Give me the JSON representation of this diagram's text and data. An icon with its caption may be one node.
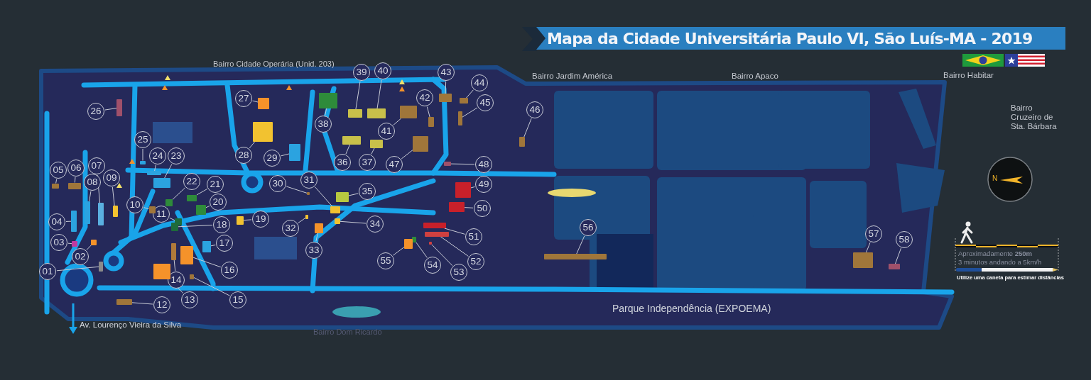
{
  "diagram": {
    "title": "Mapa da Cidade Universitária Paulo VI, São Luís-MA - 2019",
    "nodes": [
      {
        "text": [
          "01"
        ]
      },
      {
        "text": [
          "02"
        ]
      },
      {
        "text": [
          "03"
        ]
      },
      {
        "text": [
          "04"
        ]
      },
      {
        "text": [
          "05"
        ]
      },
      {
        "text": [
          "06"
        ]
      },
      {
        "text": [
          "07"
        ]
      },
      {
        "text": [
          "08"
        ]
      },
      {
        "text": [
          "09"
        ]
      },
      {
        "text": [
          "10"
        ]
      },
      {
        "text": [
          "11"
        ]
      },
      {
        "text": [
          "12"
        ]
      },
      {
        "text": [
          "13"
        ]
      },
      {
        "text": [
          "14"
        ]
      },
      {
        "text": [
          "15"
        ]
      },
      {
        "text": [
          "16"
        ]
      },
      {
        "text": [
          "17"
        ]
      },
      {
        "text": [
          "18"
        ]
      },
      {
        "text": [
          "19"
        ]
      },
      {
        "text": [
          "20"
        ]
      },
      {
        "text": [
          "21"
        ]
      },
      {
        "text": [
          "22"
        ]
      },
      {
        "text": [
          "23"
        ]
      },
      {
        "text": [
          "24"
        ]
      },
      {
        "text": [
          "25"
        ]
      },
      {
        "text": [
          "26"
        ]
      },
      {
        "text": [
          "27"
        ]
      },
      {
        "text": [
          "28"
        ]
      },
      {
        "text": [
          "29"
        ]
      },
      {
        "text": [
          "30"
        ]
      },
      {
        "text": [
          "31"
        ]
      },
      {
        "text": [
          "32"
        ]
      },
      {
        "text": [
          "33"
        ]
      },
      {
        "text": [
          "34"
        ]
      },
      {
        "text": [
          "35"
        ]
      },
      {
        "text": [
          "36"
        ]
      },
      {
        "text": [
          "37"
        ]
      },
      {
        "text": [
          "38"
        ]
      },
      {
        "text": [
          "39"
        ]
      },
      {
        "text": [
          "40"
        ]
      },
      {
        "text": [
          "41"
        ]
      },
      {
        "text": [
          "42"
        ]
      },
      {
        "text": [
          "43"
        ]
      },
      {
        "text": [
          "44"
        ]
      },
      {
        "text": [
          "45"
        ]
      },
      {
        "text": [
          "46"
        ]
      },
      {
        "text": [
          "47"
        ]
      },
      {
        "text": [
          "48"
        ]
      },
      {
        "text": [
          "49"
        ]
      },
      {
        "text": [
          "50"
        ]
      },
      {
        "text": [
          "51"
        ]
      },
      {
        "text": [
          "52"
        ]
      },
      {
        "text": [
          "53"
        ]
      },
      {
        "text": [
          "54"
        ]
      },
      {
        "text": [
          "55"
        ]
      },
      {
        "text": [
          "56"
        ]
      },
      {
        "text": [
          "57"
        ]
      },
      {
        "text": [
          "58"
        ]
      },
      {
        "text": [],
        "shape": "box"
      },
      {
        "text": [],
        "shape": "box"
      },
      {
        "text": [],
        "shape": "box"
      },
      {
        "text": [],
        "shape": "box"
      },
      {
        "text": [],
        "shape": "box"
      },
      {
        "text": [],
        "shape": "box"
      },
      {
        "text": [],
        "shape": "box"
      },
      {
        "text": [],
        "shape": "box"
      },
      {
        "text": [],
        "shape": "box"
      },
      {
        "text": [],
        "shape": "box"
      },
      {
        "text": [],
        "shape": "box"
      },
      {
        "text": [],
        "shape": "box"
      },
      {
        "text": [],
        "shape": "box"
      },
      {
        "text": [],
        "shape": "box"
      },
      {
        "text": [],
        "shape": "box"
      },
      {
        "text": [],
        "shape": "box"
      },
      {
        "text": [],
        "shape": "box"
      },
      {
        "text": [],
        "shape": "box"
      },
      {
        "text": [],
        "shape": "box"
      },
      {
        "text": [],
        "shape": "box"
      },
      {
        "text": [],
        "shape": "box"
      },
      {
        "text": [],
        "shape": "box"
      },
      {
        "text": [],
        "shape": "box"
      },
      {
        "text": [],
        "shape": "box"
      },
      {
        "text": [],
        "shape": "box"
      },
      {
        "text": [],
        "shape": "box"
      },
      {
        "text": [],
        "shape": "box"
      },
      {
        "text": [],
        "shape": "box"
      },
      {
        "text": [],
        "shape": "box"
      },
      {
        "text": [],
        "shape": "box"
      },
      {
        "text": [],
        "shape": "box"
      },
      {
        "text": [],
        "shape": "box"
      },
      {
        "text": [],
        "shape": "box"
      },
      {
        "text": [],
        "shape": "box"
      },
      {
        "text": [],
        "shape": "box"
      },
      {
        "text": [],
        "shape": "box"
      },
      {
        "text": [],
        "shape": "box"
      },
      {
        "text": [],
        "shape": "box"
      },
      {
        "text": [],
        "shape": "box"
      },
      {
        "text": [],
        "shape": "box"
      },
      {
        "text": [],
        "shape": "box"
      },
      {
        "text": [],
        "shape": "box"
      },
      {
        "text": [],
        "shape": "box"
      },
      {
        "text": [],
        "shape": "box"
      },
      {
        "text": [],
        "shape": "box"
      },
      {
        "text": [],
        "shape": "box"
      },
      {
        "text": [],
        "shape": "box"
      },
      {
        "text": [],
        "shape": "box"
      },
      {
        "text": [],
        "shape": "box"
      },
      {
        "text": [],
        "shape": "box"
      },
      {
        "text": [],
        "shape": "box"
      },
      {
        "text": [],
        "shape": "box"
      },
      {
        "text": [],
        "shape": "box"
      },
      {
        "text": [],
        "shape": "box"
      },
      {
        "text": [],
        "shape": "box"
      },
      {
        "text": [],
        "shape": "box"
      },
      {
        "text": [],
        "shape": "box"
      },
      {
        "text": [],
        "shape": "box"
      }
    ],
    "edges": [
      {
        "from": 0,
        "to": 58,
        "arrow": "none"
      },
      {
        "from": 1,
        "to": 59,
        "arrow": "none"
      },
      {
        "from": 2,
        "to": 60,
        "arrow": "none"
      },
      {
        "from": 3,
        "to": 61,
        "arrow": "none"
      },
      {
        "from": 4,
        "to": 62,
        "arrow": "none"
      },
      {
        "from": 5,
        "to": 63,
        "arrow": "none"
      },
      {
        "from": 6,
        "to": 64,
        "arrow": "none"
      },
      {
        "from": 7,
        "to": 65,
        "arrow": "none"
      },
      {
        "from": 8,
        "to": 66,
        "arrow": "none"
      },
      {
        "from": 9,
        "to": 67,
        "arrow": "none"
      },
      {
        "from": 10,
        "to": 68,
        "arrow": "none"
      },
      {
        "from": 11,
        "to": 69,
        "arrow": "none"
      },
      {
        "from": 12,
        "to": 70,
        "arrow": "none"
      },
      {
        "from": 13,
        "to": 71,
        "arrow": "none"
      },
      {
        "from": 14,
        "to": 72,
        "arrow": "none"
      },
      {
        "from": 15,
        "to": 73,
        "arrow": "none"
      },
      {
        "from": 16,
        "to": 74,
        "arrow": "none"
      },
      {
        "from": 17,
        "to": 75,
        "arrow": "none"
      },
      {
        "from": 18,
        "to": 76,
        "arrow": "none"
      },
      {
        "from": 19,
        "to": 77,
        "arrow": "none"
      },
      {
        "from": 20,
        "to": 78,
        "arrow": "none"
      },
      {
        "from": 21,
        "to": 79,
        "arrow": "none"
      },
      {
        "from": 22,
        "to": 80,
        "arrow": "none"
      },
      {
        "from": 23,
        "to": 81,
        "arrow": "none"
      },
      {
        "from": 24,
        "to": 82,
        "arrow": "none"
      },
      {
        "from": 25,
        "to": 83,
        "arrow": "none"
      },
      {
        "from": 26,
        "to": 84,
        "arrow": "none"
      },
      {
        "from": 27,
        "to": 85,
        "arrow": "none"
      },
      {
        "from": 28,
        "to": 86,
        "arrow": "none"
      },
      {
        "from": 29,
        "to": 87,
        "arrow": "none"
      },
      {
        "from": 30,
        "to": 88,
        "arrow": "none"
      },
      {
        "from": 31,
        "to": 89,
        "arrow": "none"
      },
      {
        "from": 32,
        "to": 90,
        "arrow": "none"
      },
      {
        "from": 33,
        "to": 91,
        "arrow": "none"
      },
      {
        "from": 34,
        "to": 92,
        "arrow": "none"
      },
      {
        "from": 35,
        "to": 93,
        "arrow": "none"
      },
      {
        "from": 36,
        "to": 94,
        "arrow": "none"
      },
      {
        "from": 37,
        "to": 95,
        "arrow": "none"
      },
      {
        "from": 38,
        "to": 96,
        "arrow": "none"
      },
      {
        "from": 39,
        "to": 97,
        "arrow": "none"
      },
      {
        "from": 40,
        "to": 98,
        "arrow": "none"
      },
      {
        "from": 41,
        "to": 99,
        "arrow": "none"
      },
      {
        "from": 42,
        "to": 100,
        "arrow": "none"
      },
      {
        "from": 43,
        "to": 101,
        "arrow": "none"
      },
      {
        "from": 44,
        "to": 102,
        "arrow": "none"
      },
      {
        "from": 45,
        "to": 103,
        "arrow": "none"
      },
      {
        "from": 46,
        "to": 104,
        "arrow": "none"
      },
      {
        "from": 47,
        "to": 105,
        "arrow": "none"
      },
      {
        "from": 48,
        "to": 106,
        "arrow": "none"
      },
      {
        "from": 49,
        "to": 107,
        "arrow": "none"
      },
      {
        "from": 50,
        "to": 108,
        "arrow": "none"
      },
      {
        "from": 51,
        "to": 109,
        "arrow": "none"
      },
      {
        "from": 52,
        "to": 110,
        "arrow": "none"
      },
      {
        "from": 53,
        "to": 111,
        "arrow": "none"
      },
      {
        "from": 54,
        "to": 112,
        "arrow": "none"
      },
      {
        "from": 55,
        "to": 113,
        "arrow": "none"
      },
      {
        "from": 56,
        "to": 114,
        "arrow": "none"
      },
      {
        "from": 57,
        "to": 115,
        "arrow": "none"
      }
    ],
    "labels": [
      "Bairro Cidade Operária (Unid. 203)",
      "Bairro Jardim América",
      "Bairro Apaco",
      "Bairro Habitar",
      "Bairro Cruzeiro de Sta. Bárbara",
      "N",
      "Aproximadamente **250m**",
      "3 minutos andando a 5km/h",
      "Utilize uma caneta para estimar distâncias",
      "Parque Independência (EXPOEMA)",
      "Av. Lourenço Vieira da Silva",
      "Bairro Dom Ricardo"
    ]
  }
}
